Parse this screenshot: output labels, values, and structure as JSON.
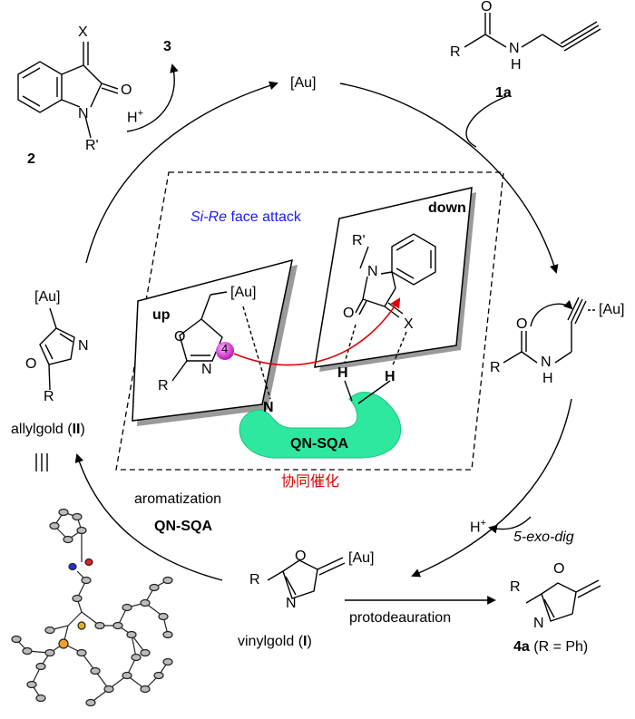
{
  "cycle": {
    "catalyst_top": "[Au]",
    "substrate_label": "1a",
    "substrate_R": "R",
    "substrate_O": "O",
    "substrate_N": "N",
    "substrate_H": "H",
    "isatin_label": "2",
    "isatin_X": "X",
    "isatin_O": "O",
    "isatin_N": "N",
    "isatin_R": "R'",
    "product3_label": "3",
    "proton_top": "H",
    "proton_sup": "+",
    "complex_au": "[Au]",
    "complex_R": "R",
    "complex_O": "O",
    "complex_N": "N",
    "complex_H": "H",
    "proton_mid": "H",
    "proton_mid_sup": "+",
    "exo_dig": "5-exo-dig",
    "vinylgold_au": "[Au]",
    "vinylgold_R": "R",
    "vinylgold_O": "O",
    "vinylgold_N": "N",
    "vinylgold_name": "vinylgold (",
    "vinylgold_roman": "I",
    "vinylgold_close": ")",
    "protodeauration": "protodeauration",
    "product4_R": "R",
    "product4_O": "O",
    "product4_N": "N",
    "product4_label": "4a",
    "product4_note": " (R = Ph)",
    "aromatization": "aromatization",
    "catalyst_name": "QN-SQA",
    "allylgold_au": "[Au]",
    "allylgold_R": "R",
    "allylgold_O": "O",
    "allylgold_N": "N",
    "allylgold_name": "allylgold (",
    "allylgold_roman": "II",
    "allylgold_close": ")",
    "equiv_symbol": "|||"
  },
  "inset": {
    "face_attack_italic": "Si-Re",
    "face_attack_rest": " face attack",
    "plane_up": "up",
    "plane_down": "down",
    "up_au": "[Au]",
    "up_O": "O",
    "up_N": "N",
    "up_R": "R",
    "up_pos": "4",
    "down_R": "R'",
    "down_N": "N",
    "down_O": "O",
    "down_X": "X",
    "h_left": "H",
    "h_right": "H",
    "catalyst_N": "N",
    "catalyst_name": "QN-SQA",
    "caption": "协同催化"
  },
  "colors": {
    "blue_text": "#1a1aff",
    "red_arrow": "#e00000",
    "catalyst_fill": "#2ee8a0",
    "plane_shadow": "#9a9a9a",
    "atom_highlight": "#e040e0"
  }
}
